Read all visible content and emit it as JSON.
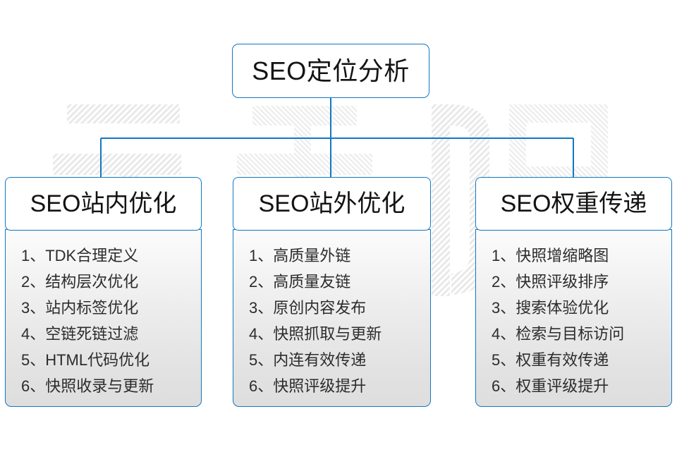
{
  "diagram": {
    "title": "SEO定位分析",
    "watermark_text": "云无限",
    "accent_color": "#1277c2",
    "text_color": "#141414",
    "background_color": "#ffffff",
    "body_gradient_top": "#fcfcfc",
    "body_gradient_bottom": "#dedede"
  },
  "root": {
    "label": "SEO定位分析"
  },
  "branches": [
    {
      "header": "SEO站内优化",
      "items": [
        "1、TDK合理定义",
        "2、结构层次优化",
        "3、站内标签优化",
        "4、空链死链过滤",
        "5、HTML代码优化",
        "6、快照收录与更新"
      ]
    },
    {
      "header": "SEO站外优化",
      "items": [
        "1、高质量外链",
        "2、高质量友链",
        "3、原创内容发布",
        "4、快照抓取与更新",
        "5、内连有效传递",
        "6、快照评级提升"
      ]
    },
    {
      "header": "SEO权重传递",
      "items": [
        "1、快照增缩略图",
        "2、快照评级排序",
        "3、搜索体验优化",
        "4、检索与目标访问",
        "5、权重有效传递",
        "6、权重评级提升"
      ]
    }
  ]
}
